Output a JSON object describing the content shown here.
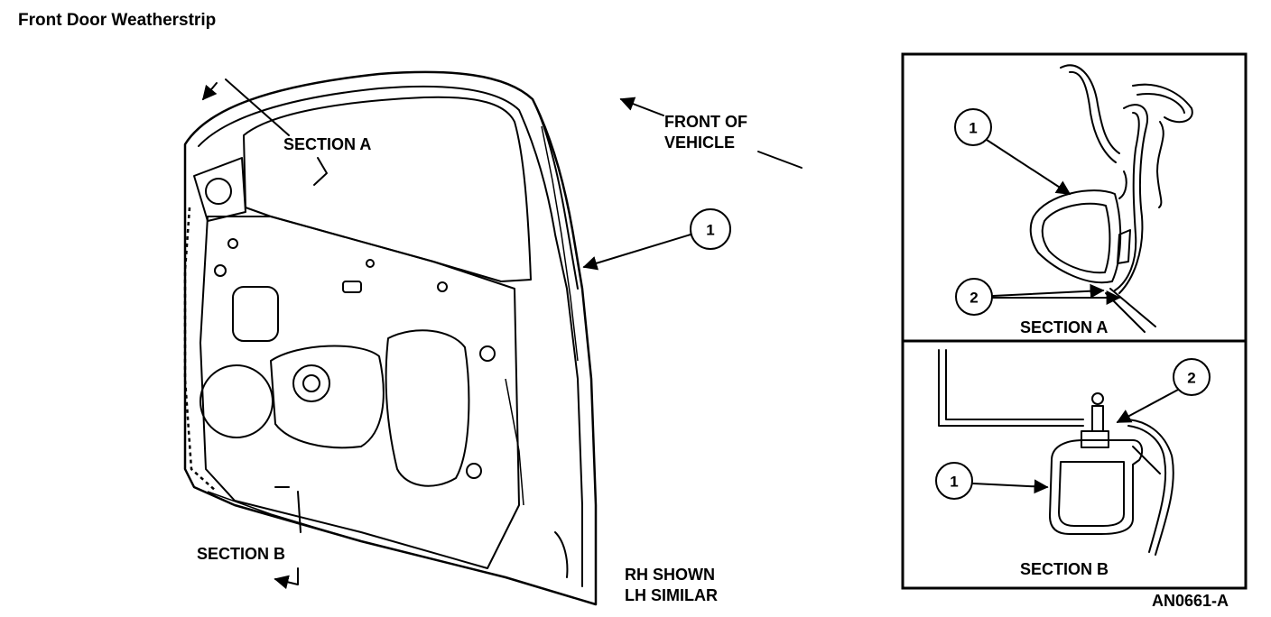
{
  "title": "Front Door Weatherstrip",
  "labels": {
    "section_a_main": "SECTION A",
    "section_b_main": "SECTION B",
    "front_of_vehicle_line1": "FRONT OF",
    "front_of_vehicle_line2": "VEHICLE",
    "rh_shown": "RH SHOWN",
    "lh_similar": "LH SIMILAR",
    "section_a_detail": "SECTION A",
    "section_b_detail": "SECTION B",
    "figure_id": "AN0661-A"
  },
  "callouts": {
    "main_1": "1",
    "a_1": "1",
    "a_2": "2",
    "b_1": "1",
    "b_2": "2"
  }
}
